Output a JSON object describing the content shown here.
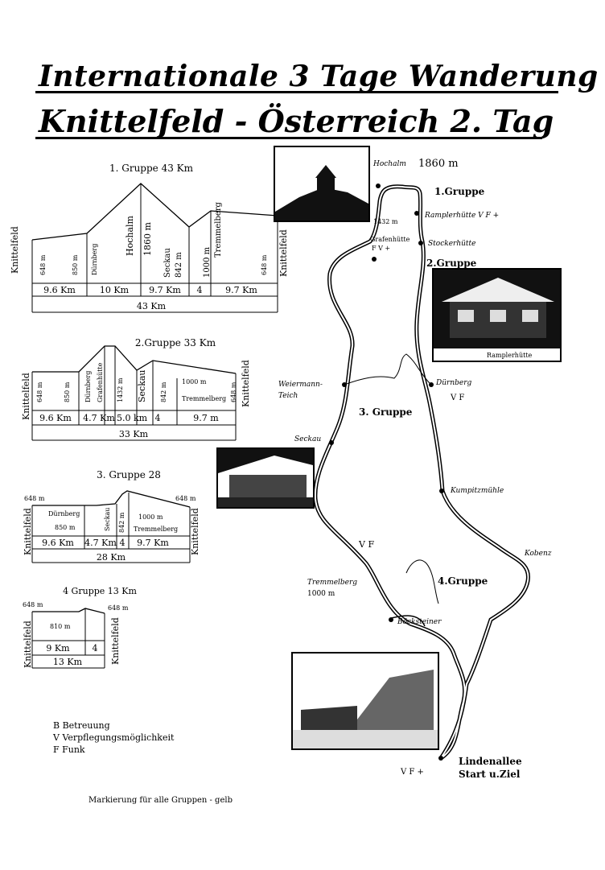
{
  "title": {
    "line1": "Internationale 3 Tage Wanderung",
    "line2": "Knittelfeld - Österreich 2. Tag"
  },
  "profiles": {
    "g1": {
      "title": "1. Gruppe 43 Km",
      "labels": [
        "Knittelfeld",
        "648 m",
        "850 m",
        "Dürnberg",
        "Hochalm",
        "1860 m",
        "Seckau",
        "842 m",
        "1000 m",
        "Tremmelberg",
        "648 m",
        "Knittelfeld"
      ],
      "segments": [
        "9.6 Km",
        "10 Km",
        "9.7 Km",
        "4",
        "9.7 Km"
      ],
      "total": "43 Km"
    },
    "g2": {
      "title": "2.Gruppe 33 Km",
      "labels": [
        "Knittelfeld",
        "648 m",
        "850 m",
        "Dürnberg",
        "Grafenhütte",
        "1432 m",
        "Seckau",
        "842 m",
        "1000 m",
        "Tremmelberg",
        "648 m",
        "Knittelfeld"
      ],
      "segments": [
        "9.6 Km",
        "4.7 Km",
        "5.0 km",
        "4",
        "9.7 m"
      ],
      "total": "33 Km"
    },
    "g3": {
      "title": "3. Gruppe 28",
      "labels": [
        "648 m",
        "Knittelfeld",
        "Dürnberg",
        "850 m",
        "Seckau",
        "842 m",
        "1000 m",
        "Tremmelberg",
        "648 m",
        "Knittelfeld"
      ],
      "segments": [
        "9.6 Km",
        "4.7 Km",
        "4",
        "9.7 Km"
      ],
      "total": "28 Km"
    },
    "g4": {
      "title": "4 Gruppe 13 Km",
      "labels": [
        "648 m",
        "Knittelfeld",
        "810 m",
        "648 m",
        "Knittelfeld"
      ],
      "segments": [
        "9 Km",
        "4"
      ],
      "total": "13 Km"
    }
  },
  "map": {
    "hochalm": "Hochalm",
    "hochalm_height": "1860 m",
    "gruppe1": "1.Gruppe",
    "ramplerhuette": "Ramplerhütte V F +",
    "height_1432": "1432 m",
    "grafenhuette": "Grafenhütte",
    "grafen_services": "F V +",
    "stockerhuette": "Stockerhütte",
    "gruppe2": "2.Gruppe",
    "photo_ramplerhuette": "Ramplerhütte",
    "weiermann": "Weiermann-",
    "teich": "Teich",
    "duernberg": "Dürnberg",
    "duernberg_vf": "V F",
    "gruppe3": "3. Gruppe",
    "seckau": "Seckau",
    "kumpitzmuehle": "Kumpitzmühle",
    "kobenz": "Kobenz",
    "vf": "V F",
    "tremmelberg": "Tremmelberg",
    "tremmelberg_height": "1000 m",
    "gruppe4": "4.Gruppe",
    "boecksteiner": "Böcksteiner",
    "lindenallee": "Lindenallee",
    "start_ziel": "Start u.Ziel",
    "end_vf": "V F +"
  },
  "legend": {
    "b": "B Betreuung",
    "v": "V Verpflegungsmöglichkeit",
    "f": "F Funk",
    "markierung": "Markierung für alle Gruppen - gelb"
  }
}
